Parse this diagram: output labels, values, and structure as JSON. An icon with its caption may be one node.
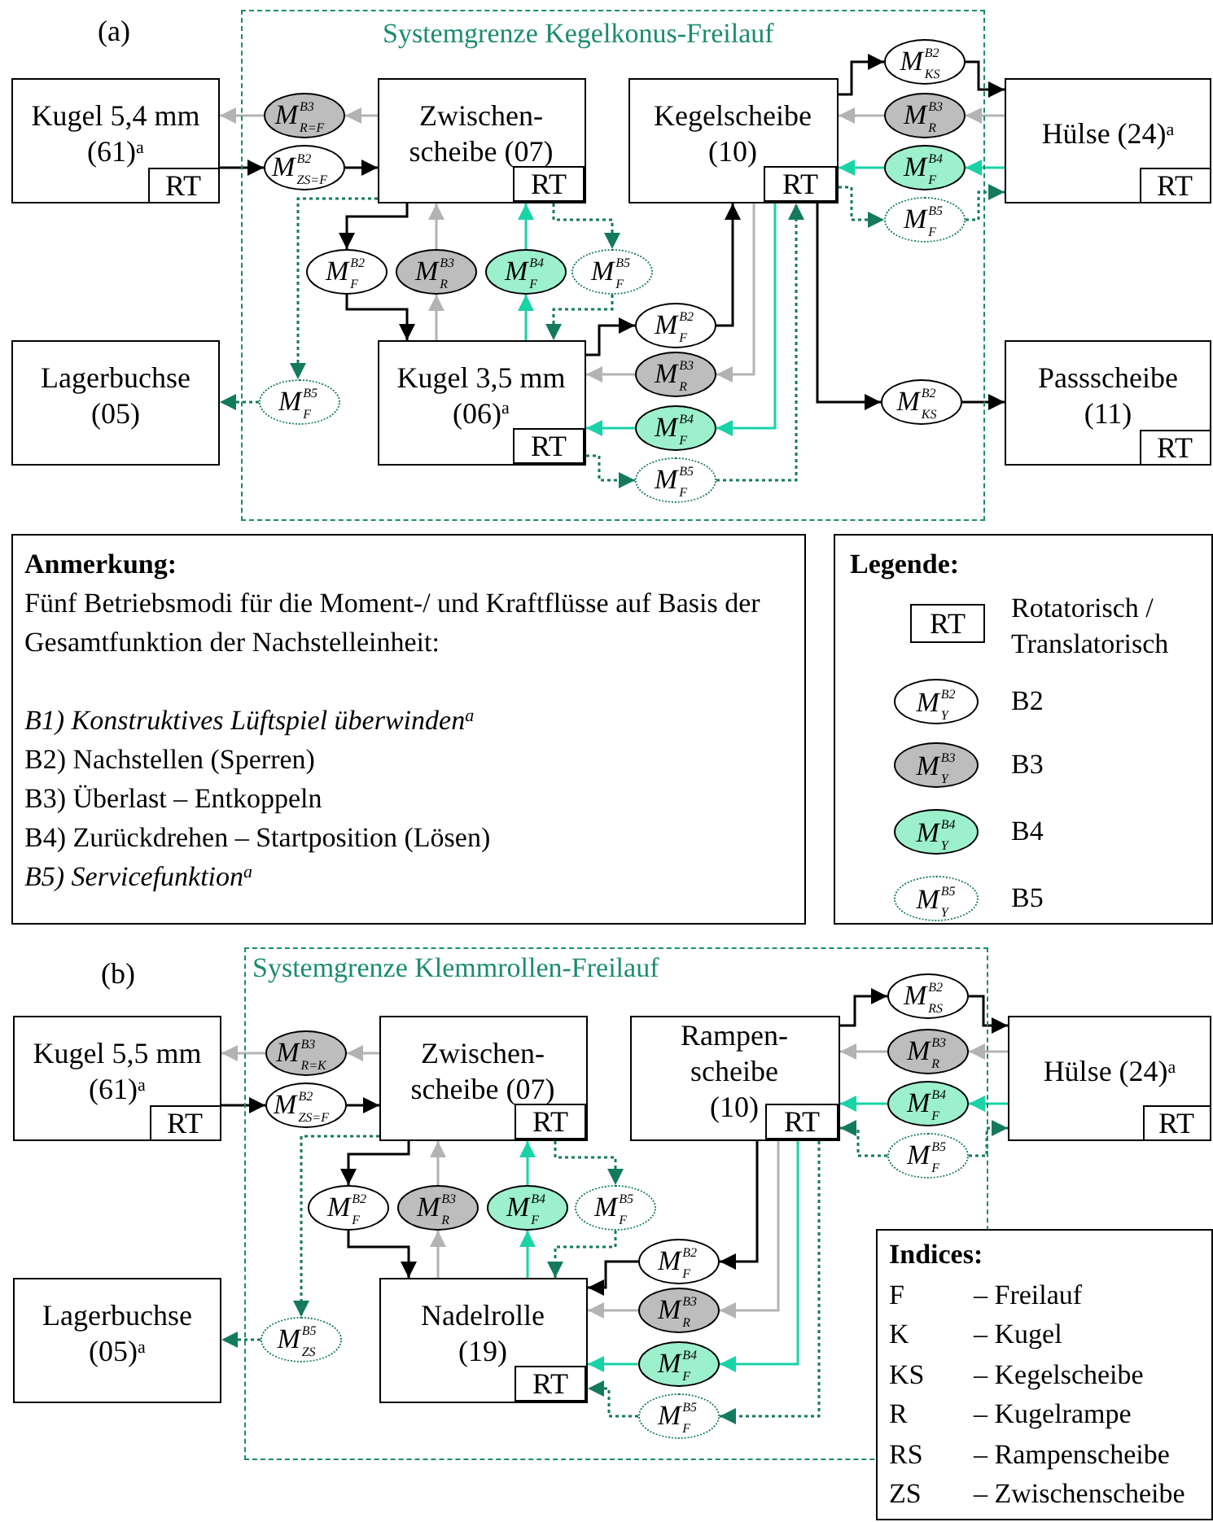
{
  "diagram": {
    "nodes": [
      {
        "text": [
          "Kugel 5,4 mm (61)$^{a}$"
        ]
      },
      {
        "text": [
          "RT"
        ],
        "in": 0
      },
      {
        "text": [
          "Systemgrenze Kegelkonus-Freilauf"
        ]
      },
      {
        "text": [
          "Zwischen- scheibe (07)"
        ],
        "in": 2
      },
      {
        "text": [
          "RT"
        ],
        "in": 3
      },
      {
        "text": [
          "Kegelscheibe (10)"
        ],
        "in": 2
      },
      {
        "text": [
          "RT"
        ],
        "in": 5
      },
      {
        "text": [
          "Hülse (24)$^{a}$"
        ]
      },
      {
        "text": [
          "RT"
        ],
        "in": 7
      },
      {
        "text": [
          "M$^{B3}$$_{R=F}$"
        ],
        "in": 2
      },
      {
        "text": [
          "M$^{B2}$$_{ZS=F}$"
        ],
        "in": 2
      },
      {
        "text": [
          "M$^{B2}$$_{KS}$"
        ],
        "in": 2
      },
      {
        "text": [
          "M$^{B3}$$_{R}$"
        ],
        "in": 2
      },
      {
        "text": [
          "M$^{B4}$$_{F}$"
        ],
        "in": 2
      },
      {
        "text": [
          "M$^{B5}$$_{F}$"
        ],
        "in": 2
      },
      {
        "text": [
          "M$^{B2}$$_{F}$"
        ],
        "in": 2
      },
      {
        "text": [
          "M$^{B3}$$_{R}$"
        ],
        "in": 2
      },
      {
        "text": [
          "M$^{B4}$$_{F}$"
        ],
        "in": 2
      },
      {
        "text": [
          "M$^{B5}$$_{F}$"
        ],
        "in": 2
      },
      {
        "text": [
          "Lagerbuchse (05)"
        ]
      },
      {
        "text": [
          "M$^{B5}$$_{F}$"
        ],
        "in": 2
      },
      {
        "text": [
          "Kugel 3,5 mm (06)$^{a}$"
        ],
        "in": 2
      },
      {
        "text": [
          "RT"
        ],
        "in": 21
      },
      {
        "text": [
          "M$^{B2}$$_{F}$"
        ],
        "in": 2
      },
      {
        "text": [
          "M$^{B3}$$_{R}$"
        ],
        "in": 2
      },
      {
        "text": [
          "M$^{B4}$$_{F}$"
        ],
        "in": 2
      },
      {
        "text": [
          "M$^{B5}$$_{F}$"
        ],
        "in": 2
      },
      {
        "text": [
          "M$^{B2}$$_{KS}$"
        ],
        "in": 2
      },
      {
        "text": [
          "Passscheibe (11)"
        ]
      },
      {
        "text": [
          "RT"
        ],
        "in": 28
      },
      {
        "text": [
          "Anmerkung:",
          "Fünf Betriebsmodi für die Moment-/ und Kraftflüsse auf Basis der Gesamtfunktion der Nachstelleinheit:",
          "*B1) Konstruktives Lüftspiel überwinden*$^{a}$",
          "B2) Nachstellen (Sperren)",
          "B3) Überlast – Entkoppeln",
          "B4) Zurückdrehen – Startposition (Lösen)",
          "*B5) Servicefunktion*$^{a}$"
        ]
      },
      {
        "text": [
          "Kugel 5,5 mm (61)$^{a}$"
        ]
      },
      {
        "text": [
          "RT"
        ],
        "in": 31
      },
      {
        "text": [
          "Systemgrenze Klemmrollen-Freilauf"
        ]
      },
      {
        "text": [
          "Zwischen- scheibe (07)"
        ],
        "in": 33
      },
      {
        "text": [
          "RT"
        ],
        "in": 34
      },
      {
        "text": [
          "Rampen- scheibe (10)"
        ],
        "in": 33
      },
      {
        "text": [
          "RT"
        ],
        "in": 36
      },
      {
        "text": [
          "Hülse (24)$^{a}$"
        ]
      },
      {
        "text": [
          "RT"
        ],
        "in": 38
      },
      {
        "text": [
          "M$^{B2}$$_{RS}$"
        ],
        "in": 33
      },
      {
        "text": [
          "M$^{B3}$$_{R}$"
        ],
        "in": 33
      },
      {
        "text": [
          "M$^{B4}$$_{F}$"
        ],
        "in": 33
      },
      {
        "text": [
          "M$^{B5}$$_{F}$"
        ],
        "in": 33
      },
      {
        "text": [
          "M$^{B3}$$_{R=K}$"
        ],
        "in": 33
      },
      {
        "text": [
          "M$^{B2}$$_{ZS=F}$"
        ],
        "in": 33
      },
      {
        "text": [
          "M$^{B2}$$_{F}$"
        ],
        "in": 33
      },
      {
        "text": [
          "M$^{B3}$$_{R}$"
        ],
        "in": 33
      },
      {
        "text": [
          "M$^{B4}$$_{F}$"
        ],
        "in": 33
      },
      {
        "text": [
          "M$^{B5}$$_{F}$"
        ],
        "in": 33
      },
      {
        "text": [
          "Lagerbuchse (05)$^{a}$"
        ]
      },
      {
        "text": [
          "M$^{B5}$$_{ZS}$"
        ],
        "in": 33
      },
      {
        "text": [
          "Nadelrolle (19)"
        ],
        "in": 33
      },
      {
        "text": [
          "RT"
        ],
        "in": 52
      },
      {
        "text": [
          "M$^{B2}$$_{F}$"
        ],
        "in": 33
      },
      {
        "text": [
          "M$^{B3}$$_{R}$"
        ],
        "in": 33
      },
      {
        "text": [
          "M$^{B4}$$_{F}$"
        ],
        "in": 33
      },
      {
        "text": [
          "M$^{B5}$$_{F}$"
        ],
        "in": 33
      },
      {
        "text": [
          "Indices:",
          "F",
          "– Freilauf",
          "K",
          "– Kugel",
          "KS",
          "– Kegelscheibe",
          "R",
          "– Kugelrampe",
          "RS",
          "– Rampenscheibe",
          "ZS",
          "– Zwischenscheibe"
        ]
      }
    ],
    "edges": [
      {
        "from": 3,
        "to": 9,
        "arrow": "to",
        "color": "#b3b3b3"
      },
      {
        "from": 9,
        "to": 0,
        "arrow": "to",
        "color": "#b3b3b3"
      },
      {
        "from": 0,
        "to": 10,
        "arrow": "to"
      },
      {
        "from": 10,
        "to": 3,
        "arrow": "to"
      },
      {
        "from": 3,
        "to": 15,
        "arrow": "to"
      },
      {
        "from": 15,
        "to": 21,
        "arrow": "to"
      },
      {
        "from": 21,
        "to": 16,
        "arrow": "to",
        "color": "#b3b3b3"
      },
      {
        "from": 16,
        "to": 3,
        "arrow": "to",
        "color": "#b3b3b3"
      },
      {
        "from": 21,
        "to": 17,
        "arrow": "to",
        "color": "#19d3a6"
      },
      {
        "from": 17,
        "to": 3,
        "arrow": "to",
        "color": "#19d3a6"
      },
      {
        "from": 4,
        "to": 18,
        "arrow": "to",
        "style": "dashed",
        "color": "#137a5e"
      },
      {
        "from": 18,
        "to": 21,
        "arrow": "to",
        "style": "dashed",
        "color": "#137a5e"
      },
      {
        "from": 3,
        "to": 20,
        "arrow": "to",
        "style": "dashed",
        "color": "#137a5e"
      },
      {
        "from": 20,
        "to": 19,
        "arrow": "to",
        "style": "dashed",
        "color": "#137a5e"
      },
      {
        "from": 21,
        "to": 23,
        "arrow": "to"
      },
      {
        "from": 23,
        "to": 5,
        "arrow": "to"
      },
      {
        "from": 5,
        "to": 24,
        "arrow": "to",
        "color": "#b3b3b3"
      },
      {
        "from": 24,
        "to": 21,
        "arrow": "to",
        "color": "#b3b3b3"
      },
      {
        "from": 5,
        "to": 25,
        "arrow": "to",
        "color": "#19d3a6"
      },
      {
        "from": 25,
        "to": 21,
        "arrow": "to",
        "color": "#19d3a6"
      },
      {
        "from": 22,
        "to": 26,
        "arrow": "to",
        "style": "dashed",
        "color": "#137a5e"
      },
      {
        "from": 26,
        "to": 6,
        "arrow": "to",
        "style": "dashed",
        "color": "#137a5e"
      },
      {
        "from": 5,
        "to": 11,
        "arrow": "to"
      },
      {
        "from": 11,
        "to": 7,
        "arrow": "to"
      },
      {
        "from": 7,
        "to": 12,
        "arrow": "to",
        "color": "#b3b3b3"
      },
      {
        "from": 12,
        "to": 5,
        "arrow": "to",
        "color": "#b3b3b3"
      },
      {
        "from": 7,
        "to": 13,
        "arrow": "to",
        "color": "#19d3a6"
      },
      {
        "from": 13,
        "to": 5,
        "arrow": "to",
        "color": "#19d3a6"
      },
      {
        "from": 6,
        "to": 14,
        "arrow": "to",
        "style": "dashed",
        "color": "#137a5e"
      },
      {
        "from": 14,
        "to": 7,
        "arrow": "to",
        "style": "dashed",
        "color": "#137a5e"
      },
      {
        "from": 6,
        "to": 27,
        "arrow": "to"
      },
      {
        "from": 27,
        "to": 28,
        "arrow": "to"
      },
      {
        "from": 34,
        "to": 44,
        "arrow": "to",
        "color": "#b3b3b3"
      },
      {
        "from": 44,
        "to": 31,
        "arrow": "to",
        "color": "#b3b3b3"
      },
      {
        "from": 31,
        "to": 45,
        "arrow": "to"
      },
      {
        "from": 45,
        "to": 34,
        "arrow": "to"
      },
      {
        "from": 34,
        "to": 46,
        "arrow": "to"
      },
      {
        "from": 46,
        "to": 52,
        "arrow": "to"
      },
      {
        "from": 52,
        "to": 47,
        "arrow": "to",
        "color": "#b3b3b3"
      },
      {
        "from": 47,
        "to": 34,
        "arrow": "to",
        "color": "#b3b3b3"
      },
      {
        "from": 52,
        "to": 48,
        "arrow": "to",
        "color": "#19d3a6"
      },
      {
        "from": 48,
        "to": 34,
        "arrow": "to",
        "color": "#19d3a6"
      },
      {
        "from": 35,
        "to": 49,
        "arrow": "to",
        "style": "dashed",
        "color": "#137a5e"
      },
      {
        "from": 49,
        "to": 52,
        "arrow": "to",
        "style": "dashed",
        "color": "#137a5e"
      },
      {
        "from": 34,
        "to": 51,
        "arrow": "to",
        "style": "dashed",
        "color": "#137a5e"
      },
      {
        "from": 51,
        "to": 50,
        "arrow": "to",
        "style": "dashed",
        "color": "#137a5e"
      },
      {
        "from": 36,
        "to": 40,
        "arrow": "to"
      },
      {
        "from": 40,
        "to": 38,
        "arrow": "to"
      },
      {
        "from": 38,
        "to": 41,
        "arrow": "to",
        "color": "#b3b3b3"
      },
      {
        "from": 41,
        "to": 36,
        "arrow": "to",
        "color": "#b3b3b3"
      },
      {
        "from": 38,
        "to": 42,
        "arrow": "to",
        "color": "#19d3a6"
      },
      {
        "from": 42,
        "to": 36,
        "arrow": "to",
        "color": "#19d3a6"
      },
      {
        "from": 43,
        "to": 37,
        "arrow": "to",
        "style": "dashed",
        "color": "#137a5e"
      },
      {
        "from": 43,
        "to": 38,
        "arrow": "to",
        "style": "dashed",
        "color": "#137a5e"
      },
      {
        "from": 36,
        "to": 54,
        "arrow": "to"
      },
      {
        "from": 54,
        "to": 52,
        "arrow": "to"
      },
      {
        "from": 36,
        "to": 55,
        "arrow": "to",
        "color": "#b3b3b3"
      },
      {
        "from": 55,
        "to": 52,
        "arrow": "to",
        "color": "#b3b3b3"
      },
      {
        "from": 36,
        "to": 56,
        "arrow": "to",
        "color": "#19d3a6"
      },
      {
        "from": 56,
        "to": 52,
        "arrow": "to",
        "color": "#19d3a6"
      },
      {
        "from": 37,
        "to": 57,
        "arrow": "to",
        "style": "dashed",
        "color": "#137a5e"
      },
      {
        "from": 57,
        "to": 53,
        "arrow": "to",
        "style": "dashed",
        "color": "#137a5e"
      }
    ],
    "labels": [
      "(a)",
      "Legende:",
      "RT",
      "M$^{B2}$$_{Y}$",
      "M$^{B3}$$_{Y}$",
      "M$^{B4}$$_{Y}$",
      "M$^{B5}$$_{Y}$",
      "(b)"
    ],
    "legend": [
      {
        "text": "Rotatorisch / Translatorisch"
      },
      {
        "text": "B2"
      },
      {
        "text": "B3"
      },
      {
        "text": "B4"
      },
      {
        "text": "B5"
      }
    ]
  }
}
